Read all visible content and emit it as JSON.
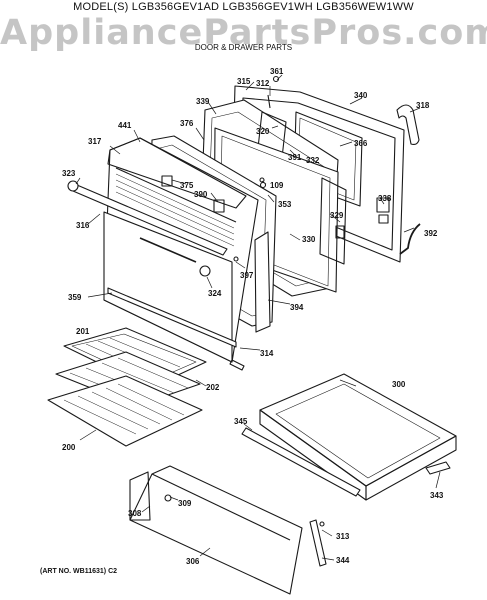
{
  "header": {
    "model_line": "MODEL(S) LGB356GEV1AD  LGB356GEV1WH  LGB356WEW1WW",
    "watermark": "AppliancePartsPros.com",
    "section_title": "DOOR & DRAWER PARTS"
  },
  "footer": {
    "art_no": "(ART NO. WB11631) C2"
  },
  "parts": [
    {
      "id": "p361",
      "label": "361"
    },
    {
      "id": "p312",
      "label": "312"
    },
    {
      "id": "p315",
      "label": "315"
    },
    {
      "id": "p340",
      "label": "340"
    },
    {
      "id": "p318",
      "label": "318"
    },
    {
      "id": "p339",
      "label": "339"
    },
    {
      "id": "p320",
      "label": "320"
    },
    {
      "id": "p366",
      "label": "366"
    },
    {
      "id": "p376",
      "label": "376"
    },
    {
      "id": "p441",
      "label": "441"
    },
    {
      "id": "p391",
      "label": "391"
    },
    {
      "id": "p332",
      "label": "332"
    },
    {
      "id": "p317",
      "label": "317"
    },
    {
      "id": "p375",
      "label": "375"
    },
    {
      "id": "p109",
      "label": "109"
    },
    {
      "id": "p390",
      "label": "390"
    },
    {
      "id": "p323",
      "label": "323"
    },
    {
      "id": "p353",
      "label": "353"
    },
    {
      "id": "p338",
      "label": "338"
    },
    {
      "id": "p329",
      "label": "329"
    },
    {
      "id": "p316",
      "label": "316"
    },
    {
      "id": "p392",
      "label": "392"
    },
    {
      "id": "p330",
      "label": "330"
    },
    {
      "id": "p397",
      "label": "397"
    },
    {
      "id": "p324",
      "label": "324"
    },
    {
      "id": "p359",
      "label": "359"
    },
    {
      "id": "p394",
      "label": "394"
    },
    {
      "id": "p201",
      "label": "201"
    },
    {
      "id": "p314",
      "label": "314"
    },
    {
      "id": "p300",
      "label": "300"
    },
    {
      "id": "p202",
      "label": "202"
    },
    {
      "id": "p200",
      "label": "200"
    },
    {
      "id": "p345",
      "label": "345"
    },
    {
      "id": "p309",
      "label": "309"
    },
    {
      "id": "p343",
      "label": "343"
    },
    {
      "id": "p308",
      "label": "308"
    },
    {
      "id": "p313",
      "label": "313"
    },
    {
      "id": "p306",
      "label": "306"
    },
    {
      "id": "p344",
      "label": "344"
    }
  ],
  "colors": {
    "line": "#1a1a1a",
    "watermark": "#969696"
  }
}
